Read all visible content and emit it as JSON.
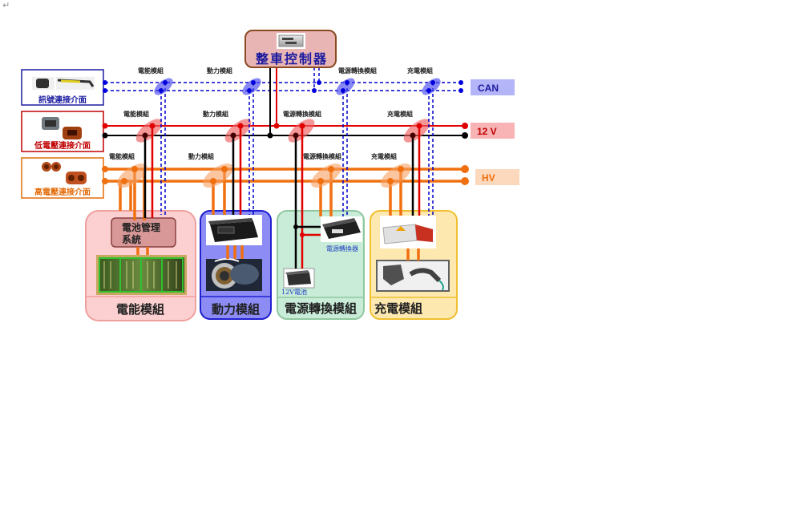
{
  "paragraph_mark": "↵",
  "vcu": {
    "title": "整車控制器",
    "icon": "controller-unit-image"
  },
  "interfaces": [
    {
      "id": "signal",
      "label": "訊號連接介面",
      "color": "#1a1aa0",
      "icon": "signal-connector-image"
    },
    {
      "id": "lowv",
      "label": "低電壓連接介面",
      "color": "#c00000",
      "icon": "low-voltage-connector-image"
    },
    {
      "id": "hv",
      "label": "高電壓連接介面",
      "color": "#e46c0a",
      "icon": "high-voltage-connector-image"
    }
  ],
  "buses": [
    {
      "id": "can",
      "label": "CAN",
      "color": "#0000cc",
      "badge_bg": "#b4b4f8",
      "text_color": "#1a1aa0"
    },
    {
      "id": "v12",
      "label": "12 V",
      "color": "#e00000",
      "badge_bg": "#f8b4b4",
      "text_color": "#c00000"
    },
    {
      "id": "hv",
      "label": "HV",
      "color": "#f07010",
      "badge_bg": "#fcd8bc",
      "text_color": "#f07010"
    }
  ],
  "tap_labels": {
    "can": [
      "電能模組",
      "動力模組",
      "電源轉換模組",
      "充電模組"
    ],
    "v12": [
      "電能模組",
      "動力模組",
      "電源轉換模組",
      "充電模組"
    ],
    "hv": [
      "電能模組",
      "動力模組",
      "電源轉換模組",
      "充電模組"
    ]
  },
  "modules": [
    {
      "id": "energy",
      "title": "電能模組",
      "bg": "#fcd0d0",
      "border": "#f0a0a0",
      "sub": "電池管理\n系統",
      "sub1": "電池管理",
      "sub2": "系統",
      "image": "battery-pack-image"
    },
    {
      "id": "power",
      "title": "動力模組",
      "bg": "#8c8cf4",
      "border": "#2020d0",
      "image": "motor-controller-image",
      "image2": "motor-image"
    },
    {
      "id": "conv",
      "title": "電源轉換模組",
      "bg": "#c8ecd8",
      "border": "#90c8a0",
      "dcdc_label": "電源轉換器",
      "battery_label": "12V電池",
      "image": "dc-converter-image",
      "image2": "12v-battery-image"
    },
    {
      "id": "charge",
      "title": "充電模組",
      "bg": "#fde8b0",
      "border": "#f0c030",
      "image": "onboard-charger-image",
      "image2": "charging-plug-image"
    }
  ]
}
